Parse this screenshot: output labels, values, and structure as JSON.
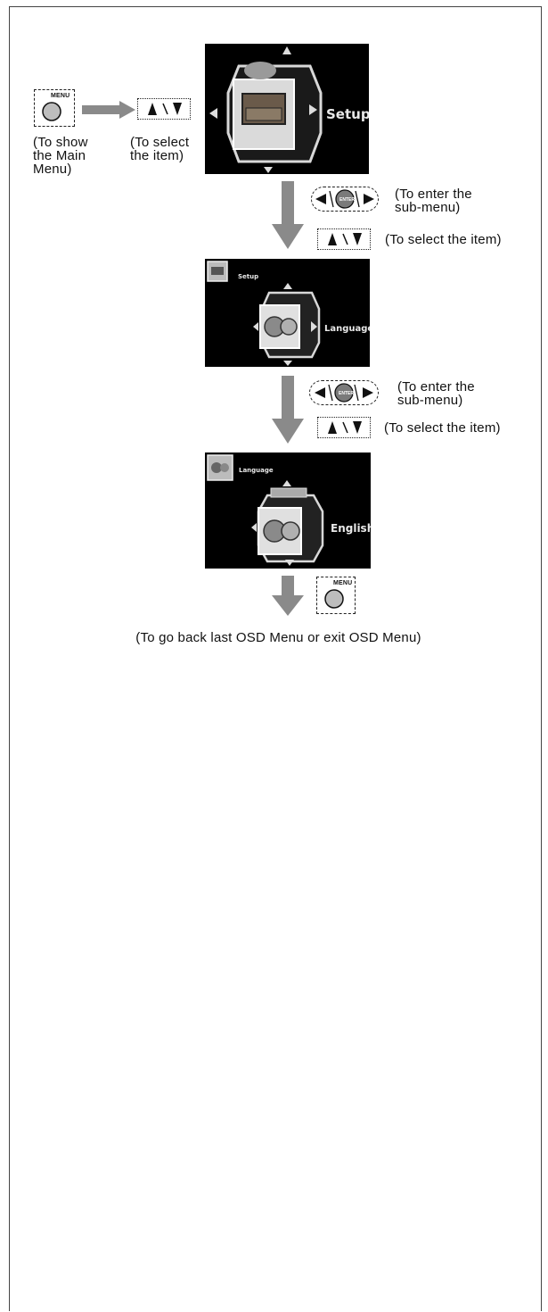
{
  "buttons": {
    "menu_label": "MENU",
    "enter_label": "ENTER",
    "nav_select": "▲ / ▼",
    "nav_enter_left": "◄",
    "nav_enter_right": "►"
  },
  "step1": {
    "menu_caption": "(To show\nthe Main\nMenu)",
    "select_caption": "(To select\nthe item)",
    "screen_label": "Setup"
  },
  "step2": {
    "enter_caption": "(To enter the\nsub-menu)",
    "select_caption": "(To select the item)",
    "screen_corner_label": "Setup",
    "screen_label": "Language"
  },
  "step3": {
    "enter_caption": "(To enter the\nsub-menu)",
    "select_caption": "(To select the item)",
    "screen_corner_label": "Language",
    "screen_label": "English"
  },
  "step4": {
    "back_caption": "(To go back last OSD Menu or exit OSD Menu)"
  },
  "colors": {
    "arrow_gray": "#8a8a8a",
    "screen_bg": "#000000",
    "button_gray": "#bdbdbd"
  }
}
